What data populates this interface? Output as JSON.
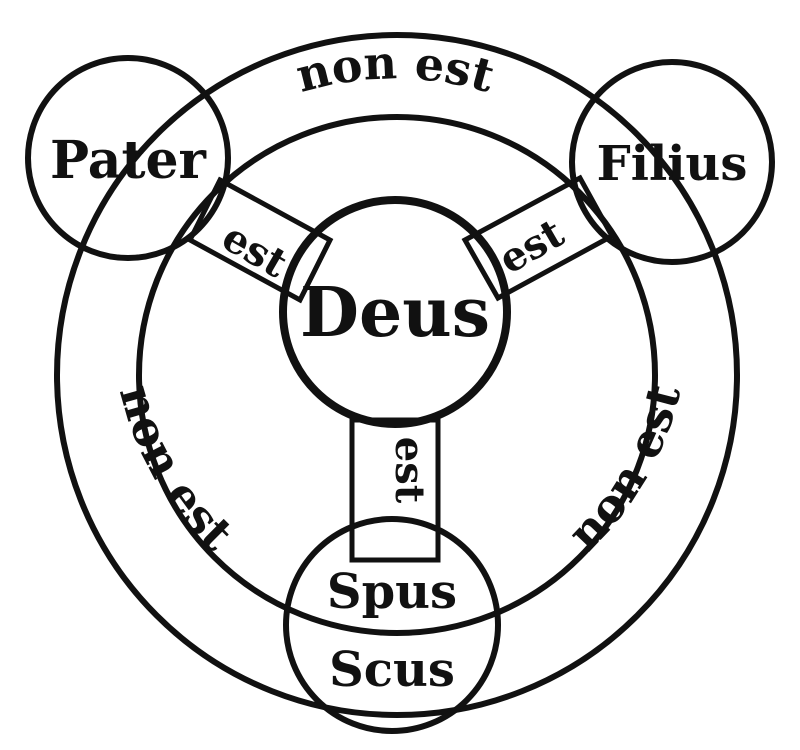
{
  "diagram": {
    "title": "",
    "nodes": {
      "center": "Deus",
      "top_left": "Pater",
      "top_right": "Filius",
      "bottom": [
        "Spus",
        "Scus"
      ]
    },
    "links": {
      "pater_deus": "est",
      "filius_deus": "est",
      "spiritus_deus": "est",
      "pater_filius": "non est",
      "pater_spiritus": "non est",
      "filius_spiritus": "non est"
    },
    "colors": {
      "ink": "#111111",
      "background": "#ffffff"
    }
  }
}
